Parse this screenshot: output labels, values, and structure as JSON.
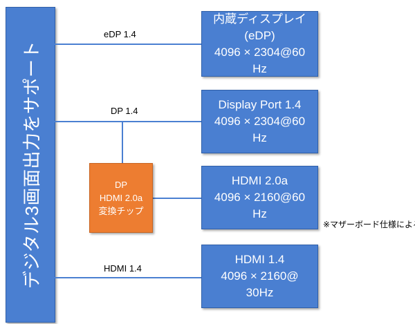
{
  "left_bar": {
    "text": "デジタル3画面出力をサポート"
  },
  "connections": [
    {
      "label": "eDP 1.4"
    },
    {
      "label": "DP 1.4"
    },
    {
      "label": "HDMI 1.4"
    }
  ],
  "chip": {
    "line1": "DP",
    "line2": "HDMI 2.0a",
    "line3": "変換チップ"
  },
  "outputs": [
    {
      "line1": "内蔵ディスプレイ(eDP)",
      "line2": "4096 × 2304@60",
      "line3": "Hz"
    },
    {
      "line1": "Display Port 1.4",
      "line2": "4096 × 2304@60",
      "line3": "Hz"
    },
    {
      "line1": "HDMI 2.0a",
      "line2": "4096 × 2160@60",
      "line3": "Hz"
    },
    {
      "line1": "HDMI 1.4",
      "line2": "4096 × 2160@",
      "line3": "30Hz"
    }
  ],
  "note": "※マザーボード仕様による",
  "colors": {
    "blue": "#4a7fd1",
    "orange": "#ed7d31"
  }
}
